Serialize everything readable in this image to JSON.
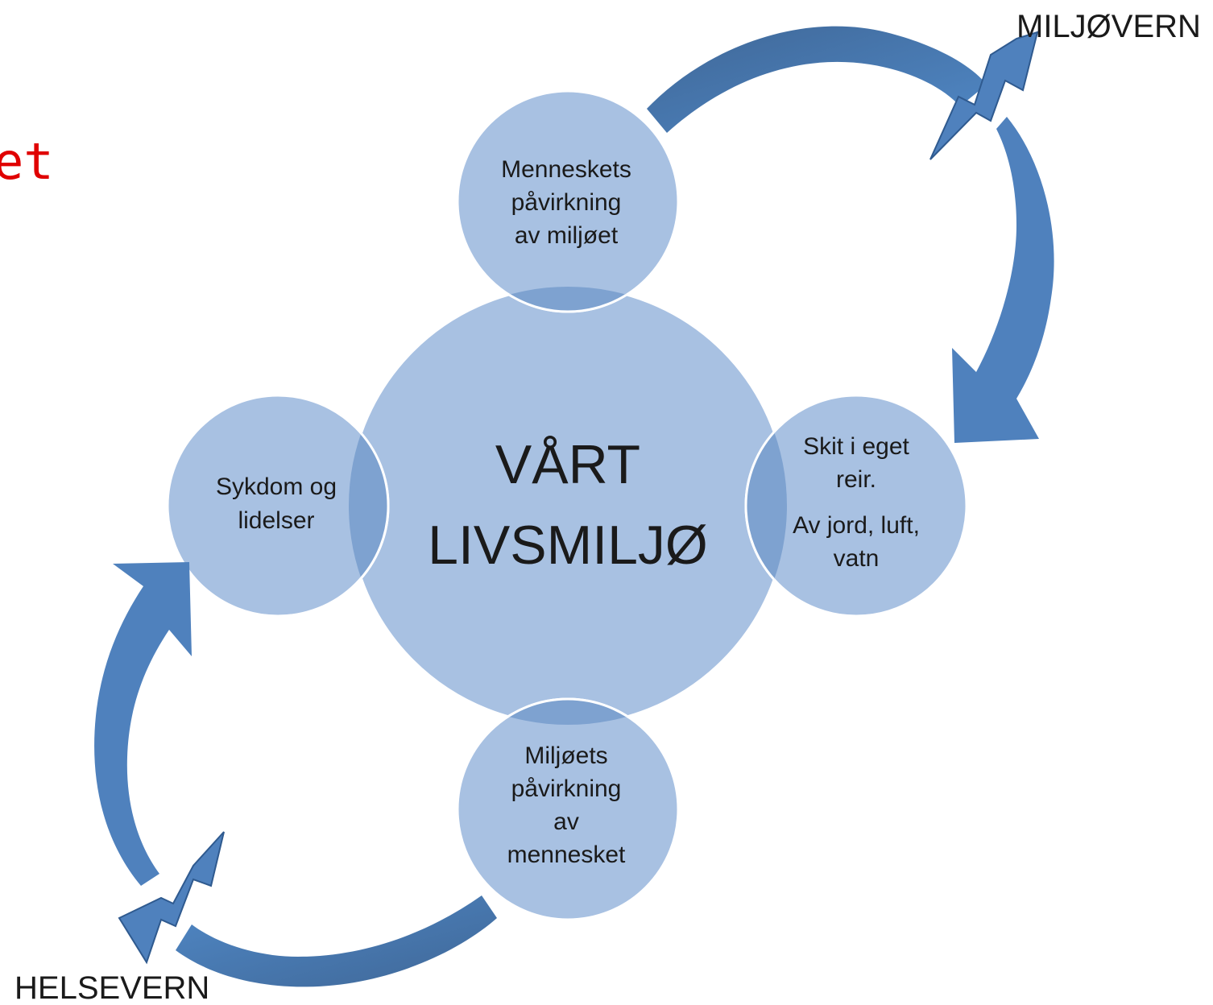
{
  "title_fragment": "et",
  "colors": {
    "circle_fill": "#a8c1e2",
    "overlap_fill": "#7ea2d0",
    "arrow_fill": "#4f81bd",
    "arrow_dark": "#3d6496",
    "title_fragment": "#e00000"
  },
  "center": {
    "line1": "VÅRT",
    "line2": "LIVSMILJØ"
  },
  "top_circle": {
    "lines": [
      "Menneskets",
      "påvirkning",
      "av miljøet"
    ]
  },
  "right_circle": {
    "lines": [
      "Skit i eget",
      "reir.",
      "Av jord, luft,",
      "vatn"
    ]
  },
  "bottom_circle": {
    "lines": [
      "Miljøets",
      "påvirkning",
      "av",
      "mennesket"
    ]
  },
  "left_circle": {
    "lines": [
      "Sykdom og",
      "lidelser"
    ]
  },
  "labels": {
    "top_right": "MILJØVERN",
    "bottom_left": "HELSEVERN"
  },
  "icons": {
    "top_right_bolt": "lightning-bolt-icon",
    "bottom_left_bolt": "lightning-bolt-icon"
  }
}
